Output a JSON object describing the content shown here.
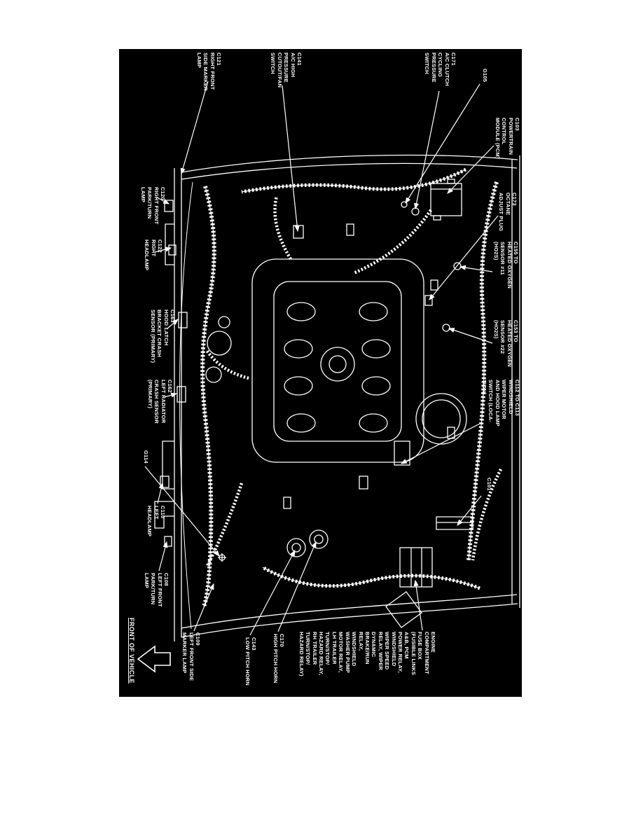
{
  "page": {
    "background": "#ffffff"
  },
  "diagram": {
    "background": "#000000",
    "ink": "#ffffff",
    "front_marker": {
      "label": "FRONT OF VEHICLE"
    },
    "labels": [
      {
        "id": "c171",
        "lines": [
          "C171",
          "A/C CLUTCH",
          "CYCLING",
          "PRESSURE",
          "SWITCH"
        ]
      },
      {
        "id": "c141",
        "lines": [
          "C141",
          "A/C HIGH",
          "PRESSURE",
          "CUTOUT/FAN",
          "SWITCH"
        ]
      },
      {
        "id": "c121",
        "lines": [
          "C121",
          "RIGHT FRONT",
          "SIDE MARKER",
          "LAMP"
        ]
      },
      {
        "id": "g105",
        "lines": [
          "G105"
        ]
      },
      {
        "id": "c103",
        "lines": [
          "C103",
          "POWERTRAIN",
          "CONTROL",
          "MODULE (PCM)"
        ]
      },
      {
        "id": "c173",
        "lines": [
          "C173",
          "OCTANE",
          "ADJUST PLUG"
        ]
      },
      {
        "id": "c155",
        "lines": [
          "C155 TO",
          "HEATED OXYGEN",
          "SENSOR #11",
          "(HO2S)"
        ]
      },
      {
        "id": "c153",
        "lines": [
          "C153 TO",
          "HEATED OXYGEN",
          "SENSOR #22",
          "(HO2S)"
        ]
      },
      {
        "id": "c112",
        "lines": [
          "C112 TO C113",
          "WINDSHIELD",
          "WIPER MOTOR",
          "AND HOOD LAMP",
          "SWITCH (LOCA-",
          "TION)"
        ]
      },
      {
        "id": "c101",
        "lines": [
          "C101"
        ]
      },
      {
        "id": "fusebox",
        "lines": [
          "ENGINE",
          "COMPARTMENT",
          "FUSE BOX",
          "(FUSIBLE LINKS",
          "A&B, PCM",
          "POWER RELAY,",
          "WINDSHIELD",
          "WIPER SPEED",
          "RELAY, WIPER",
          "DYNAMIC",
          "BRAKE/RUN",
          "RELAY,",
          "WINDSHIELD",
          "WASHER PUMP",
          "MOTOR RELAY,",
          "LH TRAILER",
          "TURN/STOP/",
          "HAZARD RELAY,",
          "RH TRAILER",
          "TURN/STOP/",
          "HAZARD RELAY)"
        ]
      },
      {
        "id": "c170",
        "lines": [
          "C170",
          "HIGH PITCH HORN"
        ]
      },
      {
        "id": "c143",
        "lines": [
          "C143",
          "LOW PITCH HORN"
        ]
      },
      {
        "id": "c109",
        "lines": [
          "C109",
          "LEFT FRONT SIDE",
          "MARKER LAMP"
        ]
      },
      {
        "id": "c108",
        "lines": [
          "C108",
          "LEFT FRONT",
          "PARK/TURN",
          "LAMP"
        ]
      },
      {
        "id": "c110",
        "lines": [
          "C110",
          "LEFT",
          "HEADLAMP"
        ]
      },
      {
        "id": "g114",
        "lines": [
          "G114"
        ]
      },
      {
        "id": "c162",
        "lines": [
          "C162",
          "LEFT RADIATOR",
          "CRASH SENSOR",
          "(PRIMARY)"
        ]
      },
      {
        "id": "c163",
        "lines": [
          "C163",
          "HOOD LATCH",
          "BRACKET CRASH",
          "SENSOR (PRIMARY)"
        ]
      },
      {
        "id": "c122",
        "lines": [
          "C122",
          "RIGHT",
          "HEADLAMP"
        ]
      },
      {
        "id": "c120",
        "lines": [
          "C120",
          "RIGHT FRONT",
          "PARK/TURN",
          "LAMP"
        ]
      }
    ]
  }
}
